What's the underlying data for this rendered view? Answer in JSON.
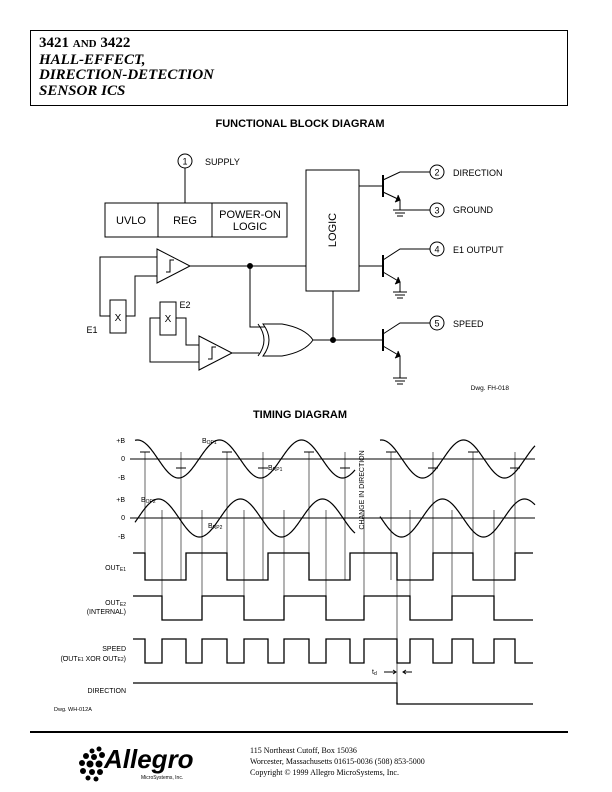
{
  "header": {
    "part_a": "3421",
    "and_word": "AND",
    "part_b": "3422",
    "line2": "HALL-EFFECT,",
    "line3": "DIRECTION-DETECTION",
    "line4": "SENSOR ICS"
  },
  "block_diagram": {
    "title": "FUNCTIONAL BLOCK DIAGRAM",
    "pin1_number": "1",
    "pin1_label": "SUPPLY",
    "uvlo": "UVLO",
    "reg": "REG",
    "power_on_line1": "POWER-ON",
    "power_on_line2": "LOGIC",
    "logic": "LOGIC",
    "e1_label": "E1",
    "e2_label": "E2",
    "x_label": "X",
    "pin2_number": "2",
    "pin2_label": "DIRECTION",
    "pin3_number": "3",
    "pin3_label": "GROUND",
    "pin4_number": "4",
    "pin4_label": "E1 OUTPUT",
    "pin5_number": "5",
    "pin5_label": "SPEED",
    "dwg": "Dwg. FH-018"
  },
  "timing_diagram": {
    "title": "TIMING DIAGRAM",
    "plus_b": "+B",
    "zero": "0",
    "minus_b": "-B",
    "b_prefix": "B",
    "bop1_sub": "OP1",
    "brp1_sub": "RP1",
    "bop2_sub": "OP2",
    "brp2_sub": "RP2",
    "change_label": "CHANGE IN DIRECTION",
    "oute1_main": "OUT",
    "oute1_sub": "E1",
    "oute2_main": "OUT",
    "oute2_sub": "E2",
    "internal": "(INTERNAL)",
    "speed": "SPEED",
    "speed_expr_open": "(",
    "speed_expr_out": "OUT",
    "speed_expr_e1": "E1",
    "speed_expr_mid": " XOR OUT",
    "speed_expr_e2": "E2",
    "speed_expr_close": ")",
    "td_main": "t",
    "td_sub": "d",
    "direction": "DIRECTION",
    "dwg": "Dwg. WH-012A"
  },
  "footer": {
    "logo_text": "Allegro",
    "logo_sub": "MicroSystems, Inc.",
    "address1": "115 Northeast Cutoff, Box 15036",
    "address2": "Worcester, Massachusetts 01615-0036  (508) 853-5000",
    "copyright": "Copyright © 1999 Allegro MicroSystems, Inc."
  }
}
